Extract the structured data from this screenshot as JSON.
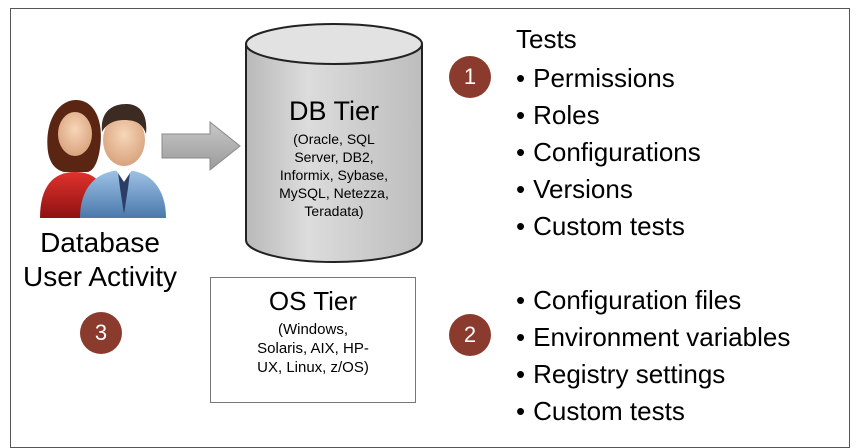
{
  "user": {
    "label_line1": "Database",
    "label_line2": "User Activity"
  },
  "db_tier": {
    "title": "DB Tier",
    "lines": [
      "(Oracle, SQL",
      "Server, DB2,",
      "Informix, Sybase,",
      "MySQL, Netezza,",
      "Teradata)"
    ]
  },
  "os_tier": {
    "title": "OS Tier",
    "lines": [
      "(Windows,",
      "Solaris, AIX, HP-",
      "UX, Linux, z/OS)"
    ]
  },
  "badges": [
    "1",
    "2",
    "3"
  ],
  "tests": {
    "title": "Tests",
    "items": [
      "Permissions",
      "Roles",
      "Configurations",
      "Versions",
      "Custom tests"
    ]
  },
  "os_tests": {
    "items": [
      "Configuration files",
      "Environment variables",
      "Registry settings",
      "Custom tests"
    ]
  },
  "colors": {
    "badge": "#8b3a2e",
    "cylinder": "#cfcfcf",
    "arrow": "#b3b3b3"
  }
}
